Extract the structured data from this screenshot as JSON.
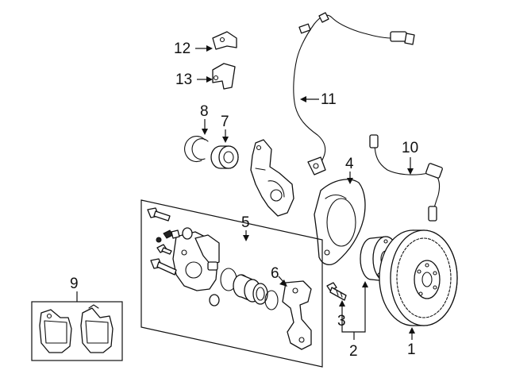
{
  "callouts": {
    "c1": "1",
    "c2": "2",
    "c3": "3",
    "c4": "4",
    "c5": "5",
    "c6": "6",
    "c7": "7",
    "c8": "8",
    "c9": "9",
    "c10": "10",
    "c11": "11",
    "c12": "12",
    "c13": "13"
  },
  "colors": {
    "line": "#111111",
    "background": "#ffffff"
  }
}
